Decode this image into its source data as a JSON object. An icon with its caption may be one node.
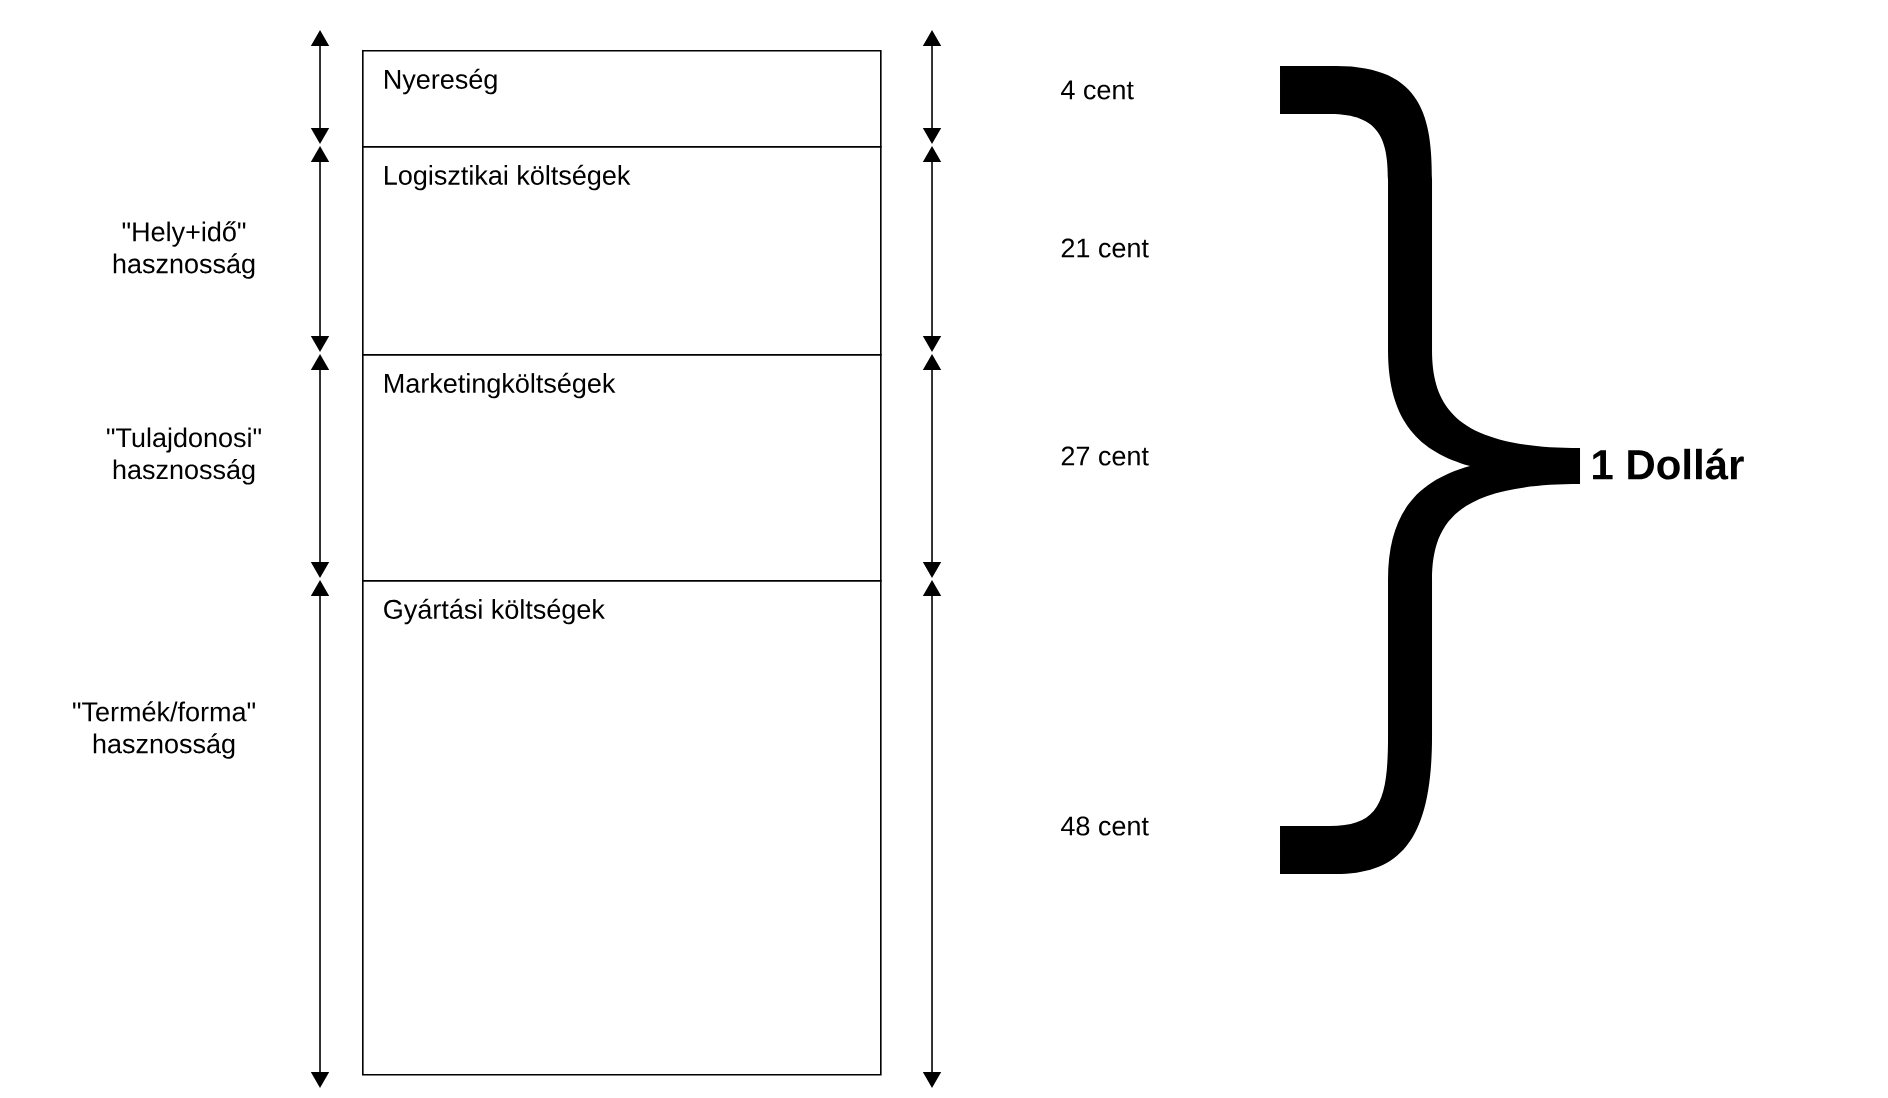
{
  "diagram": {
    "nodes": [
      {
        "text": [
          "Nyereség"
        ]
      },
      {
        "text": [
          "Logisztikai költségek"
        ]
      },
      {
        "text": [
          "Marketingköltségek"
        ]
      },
      {
        "text": [
          "Gyártási költségek"
        ]
      }
    ],
    "labels": [
      "\"Hely+idő\" hasznosság",
      "\"Tulajdonosi\" hasznosság",
      "\"Termék/forma\" hasznosság",
      "4 cent",
      "21 cent",
      "27 cent",
      "48 cent",
      "1 Dollár"
    ]
  }
}
